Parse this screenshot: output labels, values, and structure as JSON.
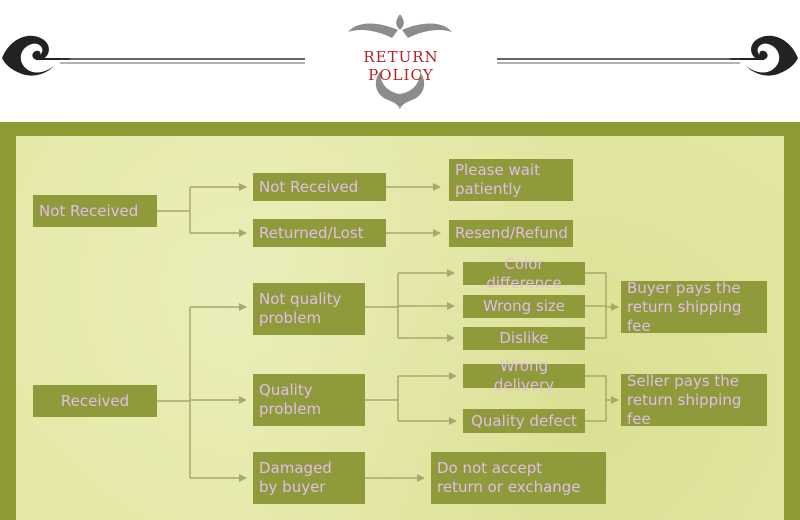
{
  "header": {
    "title": "RETURN POLICY"
  },
  "flow": {
    "not_received": {
      "label": "Not Received",
      "branches": [
        {
          "label": "Not Received",
          "outcome": "Please wait\npatiently"
        },
        {
          "label": "Returned/Lost",
          "outcome": "Resend/Refund"
        }
      ]
    },
    "received": {
      "label": "Received",
      "not_quality": {
        "label": "Not quality\nproblem",
        "reasons": [
          "Color difference",
          "Wrong size",
          "Dislike"
        ],
        "outcome": "Buyer pays the\nreturn shipping fee"
      },
      "quality": {
        "label": "Quality\nproblem",
        "reasons": [
          "Wrong delivery",
          "Quality defect"
        ],
        "outcome": "Seller pays the\nreturn shipping fee"
      },
      "damaged": {
        "label": "Damaged\nby buyer",
        "outcome": "Do not accept\nreturn or exchange"
      }
    }
  },
  "colors": {
    "frame": "#8f9b34",
    "background": "#e4e7a3",
    "box": "#8f9a3a",
    "box_text": "#e3bde8",
    "line": "#a8a86a",
    "title": "#b4232a",
    "ornament": "#222222"
  }
}
